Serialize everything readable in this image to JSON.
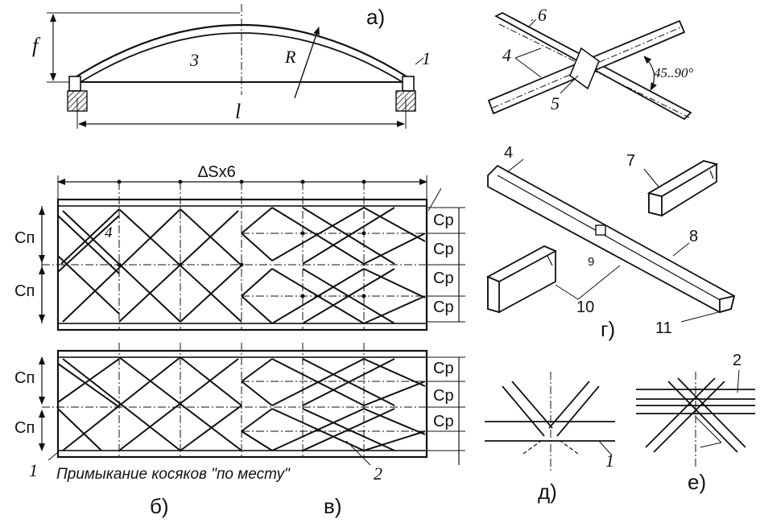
{
  "panels": {
    "a": "а)",
    "b": "б)",
    "v": "в)",
    "g": "г)",
    "d": "д)",
    "e": "е)"
  },
  "arch": {
    "rise": "f",
    "span": "l",
    "radius": "R",
    "chord_num": "3",
    "support_num": "1"
  },
  "crossing": {
    "num_upper": "6",
    "num_members": "4",
    "num_center": "5",
    "angle": "45..90°"
  },
  "grid": {
    "width_dim": "∆Sx6",
    "cp": "Сп",
    "cr": "Ср",
    "member_num": "4",
    "edge_num": "1",
    "edge_num_right": "2",
    "note": "Примыкание косяков \"по месту\""
  },
  "detail_g": {
    "n4": "4",
    "n7": "7",
    "n8": "8",
    "n9": "9",
    "n10": "10",
    "n11": "11"
  },
  "detail_d": {
    "n1": "1"
  },
  "detail_e": {
    "n2": "2"
  }
}
